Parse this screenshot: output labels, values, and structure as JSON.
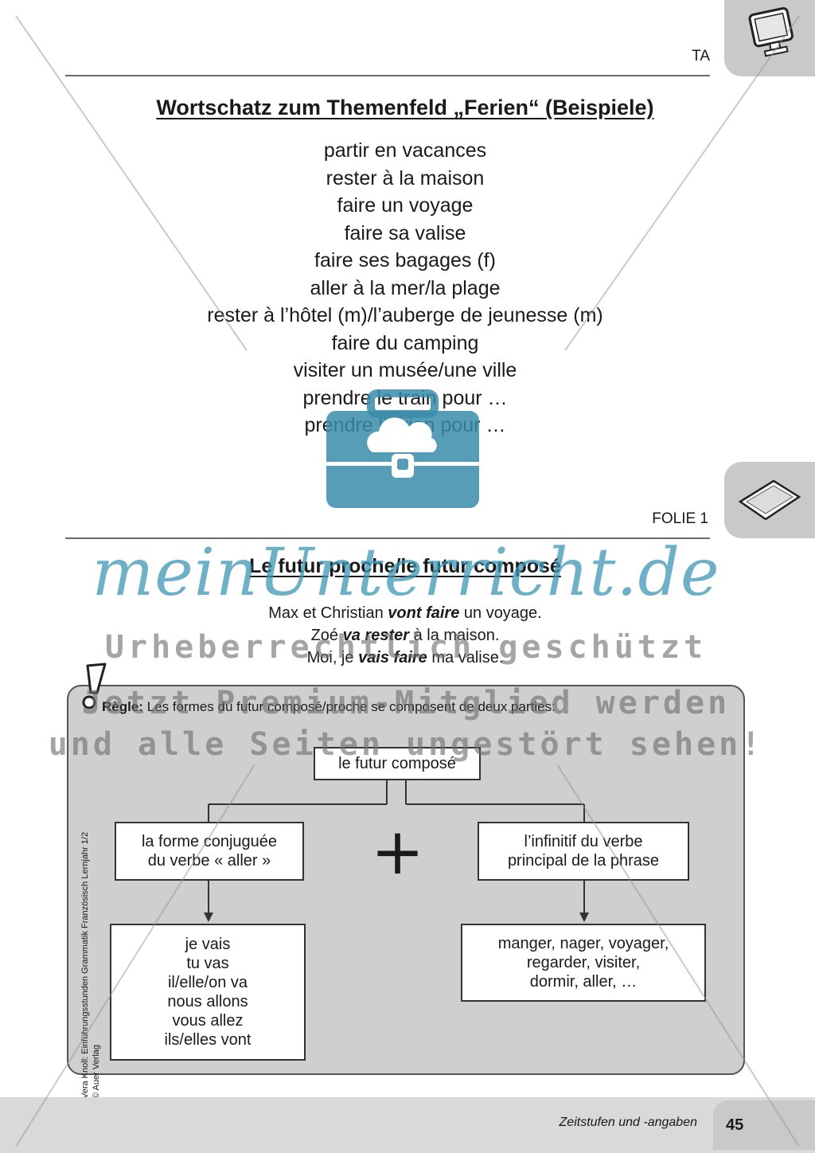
{
  "header": {
    "label_ta": "TA",
    "label_folie": "FOLIE 1"
  },
  "vocab_section": {
    "title": "Wortschatz zum Themenfeld „Ferien“ (Beispiele)",
    "items": [
      "partir en vacances",
      "rester à la maison",
      "faire un voyage",
      "faire sa valise",
      "faire ses bagages (f)",
      "aller à la mer/la plage",
      "rester à l’hôtel (m)/l’auberge de jeunesse (m)",
      "faire du camping",
      "visiter un musée/une ville",
      "prendre le train pour …",
      "prendre l’avion pour …"
    ]
  },
  "futur_section": {
    "title": "Le futur proche/le futur composé",
    "examples": [
      {
        "before": "Max et Christian ",
        "verb": "vont faire",
        "after": " un voyage."
      },
      {
        "before": "Zoé ",
        "verb": "va rester",
        "after": " à la maison."
      },
      {
        "before": "Moi, je ",
        "verb": "vais faire",
        "after": " ma valise."
      }
    ],
    "rule_label": "Règle:",
    "rule_text": " Les formes du futur composé/proche se composent de deux parties:",
    "diagram": {
      "top": "le futur composé",
      "left_lines": [
        "la forme conjuguée",
        "du verbe « aller »"
      ],
      "right_lines": [
        "l’infinitif du verbe",
        "principal de la phrase"
      ],
      "plus": "+",
      "left_forms": [
        "je vais",
        "tu vas",
        "il/elle/on va",
        "nous allons",
        "vous allez",
        "ils/elles vont"
      ],
      "right_examples": [
        "manger, nager, voyager,",
        "regarder, visiter,",
        "dormir, aller, …"
      ]
    }
  },
  "side_credit": [
    "Vera Knoll: Einführungsstunden Grammatik Französisch Lernjahr 1/2",
    "© Auer Verlag"
  ],
  "footer": {
    "section": "Zeitstufen und -angaben",
    "page": "45"
  },
  "watermark": {
    "logo": "meinUnterricht.de",
    "line1": "Urheberrechtlich geschützt",
    "line2": "Jetzt Premium-Mitglied werden",
    "line3": "und alle Seiten ungestört sehen!"
  },
  "colors": {
    "tab_gray": "#c9c9c9",
    "box_gray": "#cfcfcf",
    "logo_blue": "#3c96b4"
  },
  "icons": [
    "monitor-icon",
    "transparency-sheet-icon",
    "exclamation-icon",
    "briefcase-cloud-icon"
  ]
}
